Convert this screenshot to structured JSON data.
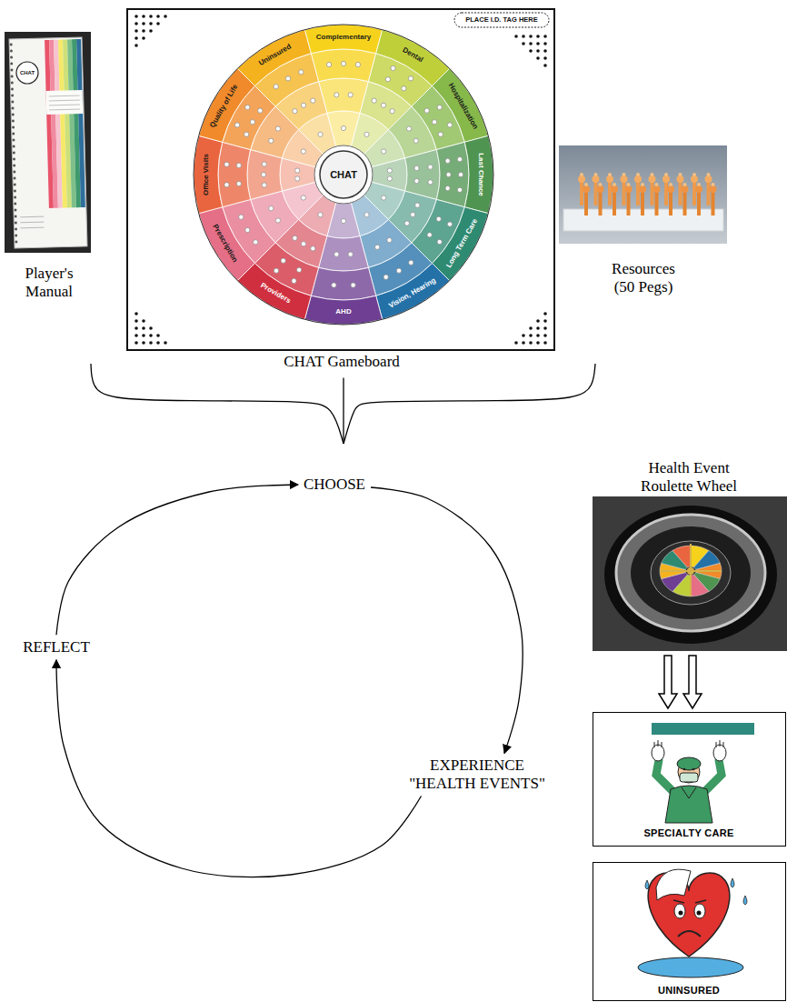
{
  "diagram": {
    "nodes": [
      {
        "text": [
          "Player's Manual"
        ]
      },
      {
        "text": [
          "CHAT Gameboard"
        ]
      },
      {
        "text": [
          "Resources (50 Pegs)"
        ]
      },
      {
        "text": [
          "CHOOSE"
        ]
      },
      {
        "text": [
          "EXPERIENCE \"HEALTH EVENTS\""
        ]
      },
      {
        "text": [
          "REFLECT"
        ]
      },
      {
        "text": [
          "Health Event Roulette Wheel"
        ]
      },
      {
        "text": [
          "SPECIALTY CARE"
        ]
      },
      {
        "text": [
          "UNINSURED"
        ]
      }
    ],
    "edges": [
      {
        "from": 0,
        "to": 3,
        "arrow": "none"
      },
      {
        "from": 1,
        "to": 3,
        "arrow": "none"
      },
      {
        "from": 2,
        "to": 3,
        "arrow": "none"
      },
      {
        "from": 3,
        "to": 4,
        "arrow": "to"
      },
      {
        "from": 4,
        "to": 5,
        "arrow": "to"
      },
      {
        "from": 5,
        "to": 3,
        "arrow": "to"
      },
      {
        "from": 6,
        "to": 7,
        "arrow": "to"
      }
    ],
    "labels": [
      "PLACE I.D. TAG HERE",
      "CHAT",
      "CHAT",
      "Complementary",
      "Dental",
      "Hospitalization",
      "Last Chance",
      "Long Term Care",
      "Vision, Hearing",
      "AHD",
      "Providers",
      "Prescription",
      "Office Visits",
      "Quality of Life",
      "Uninsured"
    ]
  }
}
